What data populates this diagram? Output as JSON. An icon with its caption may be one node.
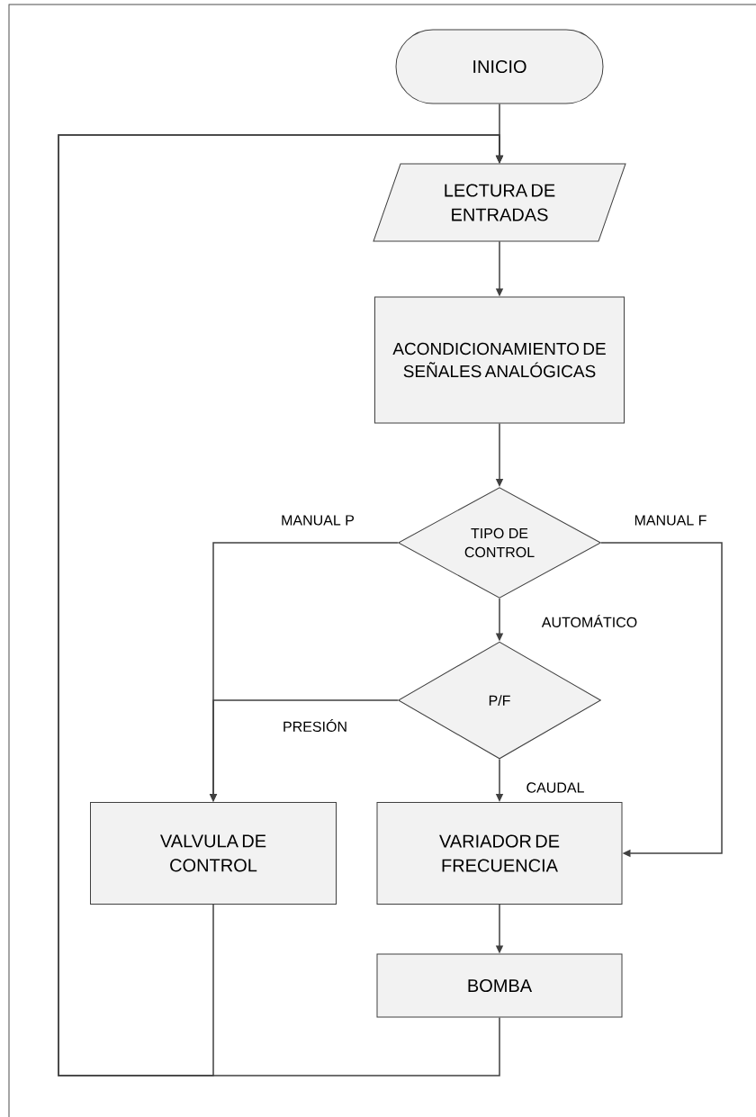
{
  "diagram": {
    "nodes": [
      {
        "text": [
          "INICIO"
        ]
      },
      {
        "text": [
          "LECTURA DE ENTRADAS"
        ]
      },
      {
        "text": [
          "ACONDICIONAMIENTO DE SEÑALES ANALÓGICAS"
        ]
      },
      {
        "text": [
          "TIPO DE CONTROL"
        ]
      },
      {
        "text": [
          "P/F"
        ]
      },
      {
        "text": [
          "VALVULA DE CONTROL"
        ]
      },
      {
        "text": [
          "VARIADOR DE FRECUENCIA"
        ]
      },
      {
        "text": [
          "BOMBA"
        ]
      }
    ],
    "edges": [
      {
        "from": 0,
        "to": 1,
        "arrow": "to"
      },
      {
        "from": 1,
        "to": 2,
        "arrow": "to"
      },
      {
        "from": 2,
        "to": 3,
        "arrow": "to"
      },
      {
        "from": 3,
        "to": 4,
        "arrow": "to",
        "label": "AUTOMÁTICO"
      },
      {
        "from": 3,
        "to": 5,
        "arrow": "to",
        "label": "MANUAL P"
      },
      {
        "from": 3,
        "to": 6,
        "arrow": "to",
        "label": "MANUAL F"
      },
      {
        "from": 4,
        "to": 5,
        "arrow": "to",
        "label": "PRESIÓN"
      },
      {
        "from": 4,
        "to": 6,
        "arrow": "to",
        "label": "CAUDAL"
      },
      {
        "from": 6,
        "to": 7,
        "arrow": "to"
      },
      {
        "from": 5,
        "to": 1,
        "arrow": "to"
      },
      {
        "from": 7,
        "to": 1,
        "arrow": "to"
      }
    ]
  }
}
